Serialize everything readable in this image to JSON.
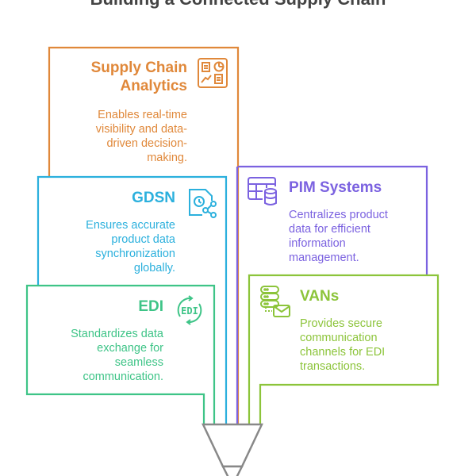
{
  "title": "Building a Connected Supply Chain",
  "cards": [
    {
      "id": "analytics",
      "title_lines": [
        "Supply Chain",
        "Analytics"
      ],
      "desc_lines": [
        "Enables real-time",
        "visibility and data-",
        "driven decision-",
        "making."
      ],
      "icon": "analytics-dashboard-icon",
      "color": "#E0883A"
    },
    {
      "id": "gdsn",
      "title_lines": [
        "GDSN"
      ],
      "desc_lines": [
        "Ensures accurate",
        "product data",
        "synchronization",
        "globally."
      ],
      "icon": "document-clock-share-icon",
      "color": "#2BB0DD"
    },
    {
      "id": "edi",
      "title_lines": [
        "EDI"
      ],
      "desc_lines": [
        "Standardizes data",
        "exchange for",
        "seamless",
        "communication."
      ],
      "icon": "edi-exchange-icon",
      "color": "#3EC487"
    },
    {
      "id": "pim",
      "title_lines": [
        "PIM Systems"
      ],
      "desc_lines": [
        "Centralizes product",
        "data for efficient",
        "information",
        "management."
      ],
      "icon": "table-database-icon",
      "color": "#7B62E0"
    },
    {
      "id": "vans",
      "title_lines": [
        "VANs"
      ],
      "desc_lines": [
        "Provides secure",
        "communication",
        "channels for EDI",
        "transactions."
      ],
      "icon": "server-mail-icon",
      "color": "#8CC43A"
    }
  ],
  "funnel_color": "#888888"
}
